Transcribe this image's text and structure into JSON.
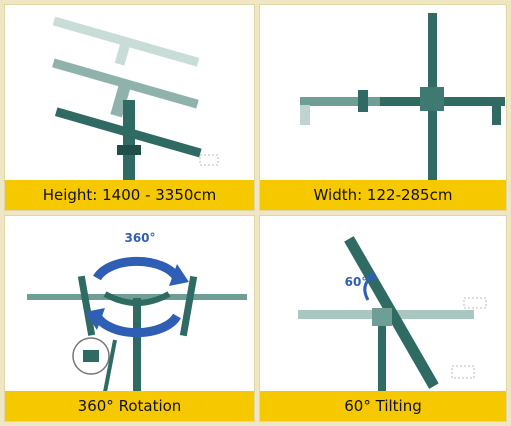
{
  "panels": [
    {
      "caption": "Height: 1400 - 3350cm",
      "icon": "height-adjustment-illustration"
    },
    {
      "caption": "Width: 122-285cm",
      "icon": "width-adjustment-illustration"
    },
    {
      "caption": "360° Rotation",
      "icon": "rotation-illustration",
      "badge": "360°"
    },
    {
      "caption": "60° Tilting",
      "icon": "tilting-illustration",
      "badge": "60°"
    }
  ],
  "colors": {
    "frame_dark": "#2f6b63",
    "frame_mid": "#6f9e96",
    "frame_light": "#a9c6c0",
    "arrow_blue": "#2e5fb5",
    "caption_bg": "#f6c800"
  }
}
